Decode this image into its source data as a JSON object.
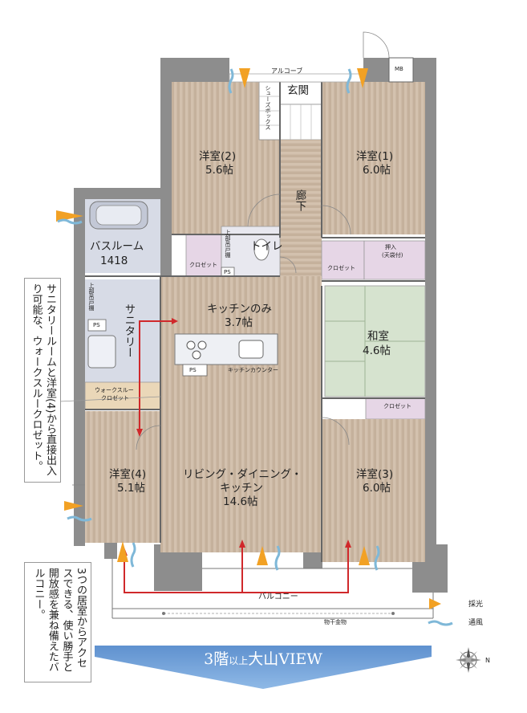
{
  "rooms": {
    "entrance": "玄関",
    "alcove": "アルコーブ",
    "shoe_box": "シューズボックス",
    "mb": "MB",
    "western2_name": "洋室(2)",
    "western2_size": "5.6帖",
    "western1_name": "洋室(1)",
    "western1_size": "6.0帖",
    "hallway": "廊下",
    "bathroom_name": "バスルーム",
    "bathroom_size": "1418",
    "closet_left": "クロゼット",
    "toilet": "トイレ",
    "toilet_shelf": "上部吊戸棚",
    "ps_toilet": "PS",
    "closet_right": "クロゼット",
    "oshiire": "押入",
    "oshiire_sub": "(天袋付)",
    "sanitary": "サニタリー",
    "sanitary_shelf": "上部吊戸棚",
    "ps_sanitary": "PS",
    "kitchen_only_name": "キッチンのみ",
    "kitchen_only_size": "3.7帖",
    "ps_kitchen": "PS",
    "kitchen_counter": "キッチンカウンター",
    "washitsu_name": "和室",
    "washitsu_size": "4.6帖",
    "walkin_line1": "ウォークスルー",
    "walkin_line2": "クロゼット",
    "closet_bottom": "クロゼット",
    "western4_name": "洋室(4)",
    "western4_size": "5.1帖",
    "ldk_line1": "リビング・ダイニング・",
    "ldk_line2": "キッチン",
    "ldk_size": "14.6帖",
    "western3_name": "洋室(3)",
    "western3_size": "6.0帖",
    "balcony": "バルコニー",
    "drying_rack": "物干金物"
  },
  "notes": {
    "sanitary_note": "サニタリールームと洋室(4)から直接出入り可能な、ウォークスルークロゼット。",
    "balcony_note": "3つの居室からアクセスできる、使い勝手と開放感を兼ね備えたバルコニー。"
  },
  "legend": {
    "light": "採光",
    "wind": "通風"
  },
  "view": {
    "prefix": "3階",
    "mini": "以上",
    "name": "大山VIEW"
  },
  "compass": {
    "north": "N"
  },
  "colors": {
    "wall": "#8c8c8c",
    "floor_wood": "#c9b6a2",
    "tatami": "#d6e3cf",
    "closet": "#e6d6e6",
    "sanitary": "#d7dbe6",
    "walkthrough": "#ead7b8",
    "light_arrow": "#f2a124",
    "wind_arrow": "#7fb8d8",
    "route": "#d0282b",
    "view_banner": "#6e9fd6"
  }
}
